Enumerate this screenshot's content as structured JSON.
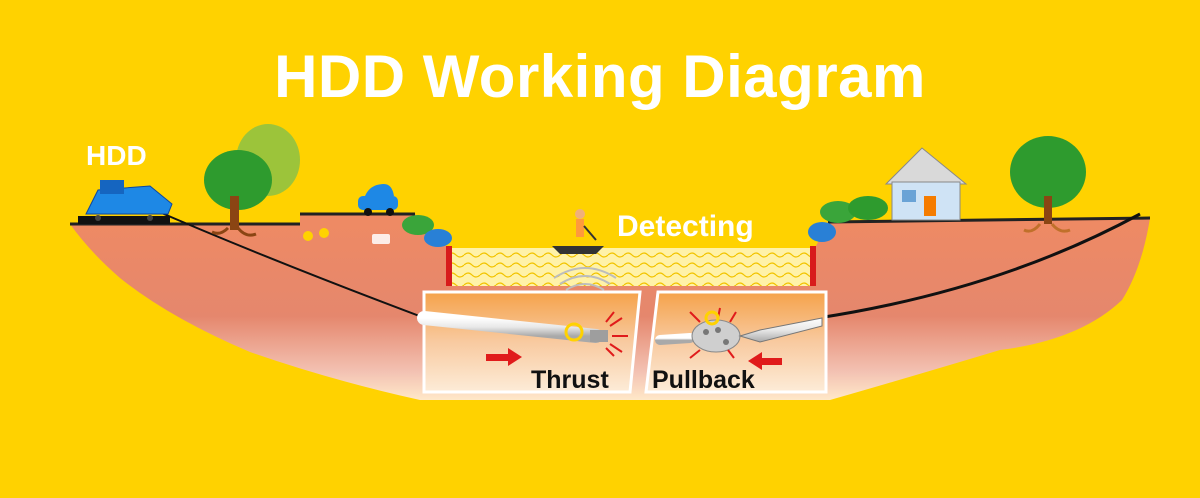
{
  "title": "HDD Working Diagram",
  "labels": {
    "hdd": "HDD",
    "detecting": "Detecting",
    "thrust": "Thrust",
    "pullback": "Pullback"
  },
  "colors": {
    "background": "#ffd200",
    "soil": "#e07a5c",
    "water": "#fff0a0",
    "tree": "#2e9b2e",
    "rig": "#1e88e5",
    "arrow": "#e01b1b"
  },
  "icons": [
    "drilling-rig-icon",
    "tree-icon",
    "car-icon",
    "house-icon",
    "walkover-locator-icon",
    "drill-bit-icon",
    "reamer-icon"
  ]
}
